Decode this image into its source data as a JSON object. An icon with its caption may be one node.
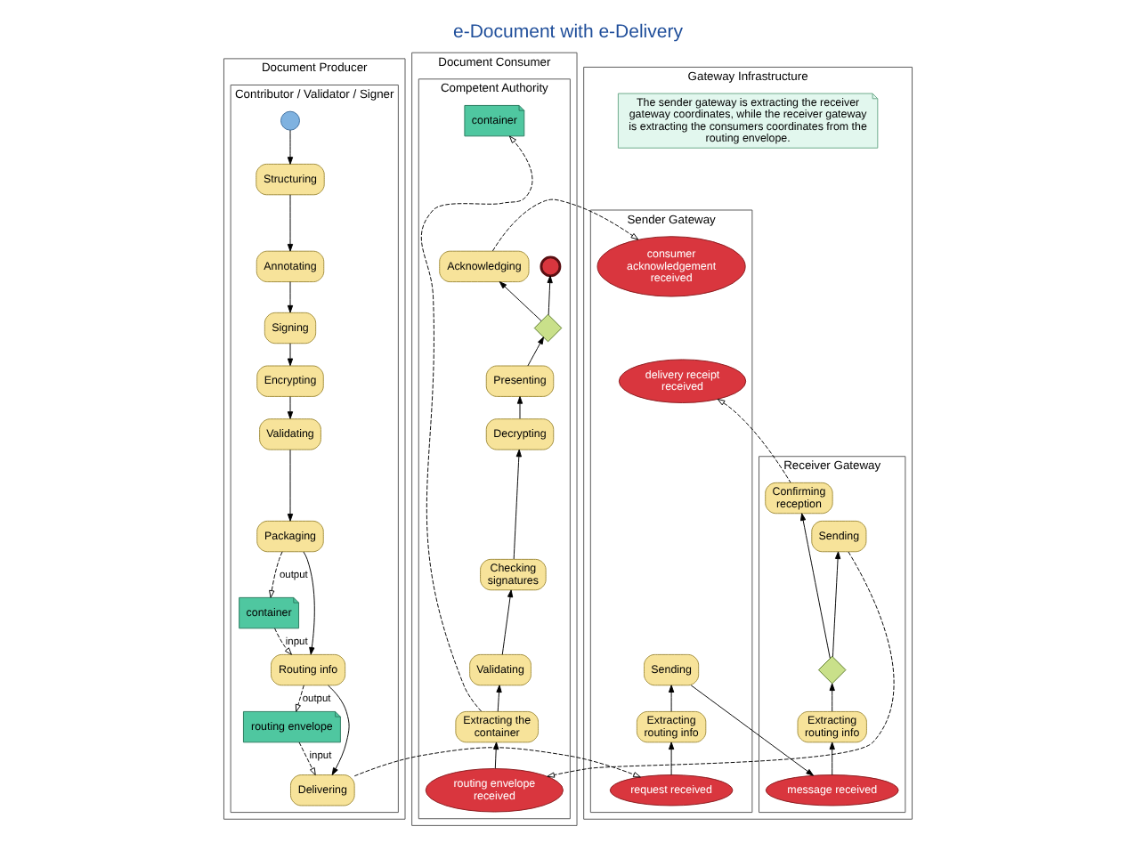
{
  "diagram": {
    "title": "e-Document with e-Delivery",
    "nodes": [
      {
        "text": [
          "Document Producer"
        ]
      },
      {
        "text": [
          "Contributor / Validator / Signer"
        ],
        "in": 0
      },
      {
        "text": [
          "Gateway Infrastructure"
        ]
      },
      {
        "text": [
          "Sender Gateway"
        ],
        "in": 2
      },
      {
        "text": [
          "Receiver Gateway"
        ],
        "in": 2
      },
      {
        "text": [
          "Document Consumer"
        ]
      },
      {
        "text": [
          "Competent Authority"
        ],
        "in": 5
      },
      {
        "text": [],
        "shape": "circle",
        "in": 1
      },
      {
        "text": [
          "Structuring"
        ],
        "in": 1
      },
      {
        "text": [
          "Annotating"
        ],
        "in": 1
      },
      {
        "text": [
          "Signing"
        ],
        "in": 1
      },
      {
        "text": [
          "Encrypting"
        ],
        "in": 1
      },
      {
        "text": [
          "Validating"
        ],
        "in": 1
      },
      {
        "text": [
          "Packaging"
        ],
        "in": 1
      },
      {
        "text": [
          "container"
        ],
        "in": 1
      },
      {
        "text": [
          "Routing info"
        ],
        "in": 1
      },
      {
        "text": [
          "routing envelope"
        ],
        "in": 1
      },
      {
        "text": [
          "Delivering"
        ],
        "in": 1
      },
      {
        "text": [
          "consumer acknowledgement received"
        ],
        "in": 3
      },
      {
        "text": [
          "delivery receipt received"
        ],
        "in": 3
      },
      {
        "text": [
          "Sending"
        ],
        "in": 3
      },
      {
        "text": [
          "The sender gateway is extracting the receiver gateway coordinates, while the receiver gateway is extracting the consumers coordinates from the routing envelope."
        ],
        "in": 2
      },
      {
        "text": [
          "Extracting routing info"
        ],
        "in": 3
      },
      {
        "text": [
          "request received"
        ],
        "in": 3
      },
      {
        "text": [
          "Sending"
        ],
        "in": 4
      },
      {
        "text": [
          "Confirming reception"
        ],
        "in": 4
      },
      {
        "text": [],
        "shape": "diamond",
        "in": 4
      },
      {
        "text": [
          "Extracting routing info"
        ],
        "in": 4
      },
      {
        "text": [
          "message received"
        ],
        "in": 4
      },
      {
        "text": [],
        "shape": "circle",
        "in": 6
      },
      {
        "text": [
          "Acknowledging"
        ],
        "in": 6
      },
      {
        "text": [],
        "shape": "diamond",
        "in": 6
      },
      {
        "text": [
          "Presenting"
        ],
        "in": 6
      },
      {
        "text": [
          "Decrypting"
        ],
        "in": 6
      },
      {
        "text": [
          "Checking signatures"
        ],
        "in": 6
      },
      {
        "text": [
          "Validating"
        ],
        "in": 6
      },
      {
        "text": [
          "container"
        ],
        "in": 6
      },
      {
        "text": [
          "Extracting the container"
        ],
        "in": 6
      },
      {
        "text": [
          "routing envelope received"
        ],
        "in": 6
      }
    ],
    "edges": [
      {
        "from": 7,
        "to": 8,
        "arrow": "to"
      },
      {
        "from": 8,
        "to": 9,
        "arrow": "to"
      },
      {
        "from": 9,
        "to": 10,
        "arrow": "to"
      },
      {
        "from": 10,
        "to": 11,
        "arrow": "to"
      },
      {
        "from": 11,
        "to": 12,
        "arrow": "to"
      },
      {
        "from": 12,
        "to": 13,
        "arrow": "to"
      },
      {
        "from": 13,
        "to": 14,
        "arrow": "to",
        "label": "output",
        "style": "dashed"
      },
      {
        "from": 14,
        "to": 15,
        "arrow": "to",
        "label": "input",
        "style": "dashed"
      },
      {
        "from": 13,
        "to": 15,
        "arrow": "to"
      },
      {
        "from": 15,
        "to": 16,
        "arrow": "to",
        "label": "output",
        "style": "dashed"
      },
      {
        "from": 16,
        "to": 17,
        "arrow": "to",
        "label": "input",
        "style": "dashed"
      },
      {
        "from": 15,
        "to": 17,
        "arrow": "to"
      },
      {
        "from": 17,
        "to": 23,
        "arrow": "to",
        "style": "dashed"
      },
      {
        "from": 23,
        "to": 22,
        "arrow": "to"
      },
      {
        "from": 22,
        "to": 20,
        "arrow": "to"
      },
      {
        "from": 20,
        "to": 28,
        "arrow": "to"
      },
      {
        "from": 28,
        "to": 27,
        "arrow": "to"
      },
      {
        "from": 27,
        "to": 26,
        "arrow": "to"
      },
      {
        "from": 26,
        "to": 25,
        "arrow": "to"
      },
      {
        "from": 26,
        "to": 24,
        "arrow": "to"
      },
      {
        "from": 25,
        "to": 19,
        "arrow": "to",
        "style": "dashed"
      },
      {
        "from": 24,
        "to": 38,
        "arrow": "to",
        "style": "dashed"
      },
      {
        "from": 38,
        "to": 37,
        "arrow": "to"
      },
      {
        "from": 37,
        "to": 35,
        "arrow": "to"
      },
      {
        "from": 37,
        "to": 36,
        "arrow": "to",
        "style": "dashed"
      },
      {
        "from": 35,
        "to": 34,
        "arrow": "to"
      },
      {
        "from": 34,
        "to": 33,
        "arrow": "to"
      },
      {
        "from": 33,
        "to": 32,
        "arrow": "to"
      },
      {
        "from": 32,
        "to": 31,
        "arrow": "to"
      },
      {
        "from": 31,
        "to": 29,
        "arrow": "to"
      },
      {
        "from": 31,
        "to": 30,
        "arrow": "to"
      },
      {
        "from": 30,
        "to": 18,
        "arrow": "to",
        "style": "dashed"
      }
    ]
  }
}
